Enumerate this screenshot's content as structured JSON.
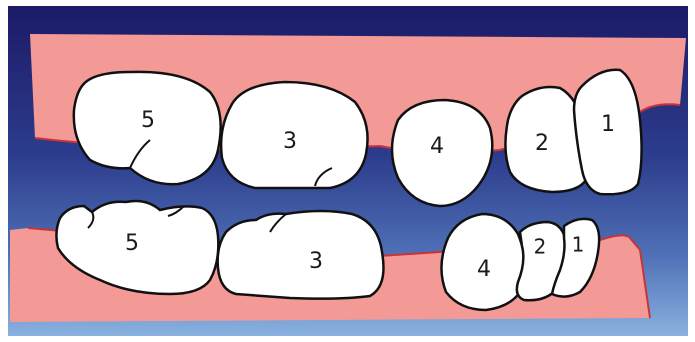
{
  "colors": {
    "background_top": "#1c1a66",
    "background_bottom": "#7aa6d8",
    "gum": "#f39a96",
    "gum_edge": "#c8343a",
    "tooth_fill": "#ffffff",
    "tooth_stroke": "#111111",
    "frame": "#ffffff"
  },
  "upper_teeth": [
    {
      "id": "upper-5",
      "label": "5"
    },
    {
      "id": "upper-3",
      "label": "3"
    },
    {
      "id": "upper-4",
      "label": "4"
    },
    {
      "id": "upper-2",
      "label": "2"
    },
    {
      "id": "upper-1",
      "label": "1"
    }
  ],
  "lower_teeth": [
    {
      "id": "lower-5",
      "label": "5"
    },
    {
      "id": "lower-3",
      "label": "3"
    },
    {
      "id": "lower-4",
      "label": "4"
    },
    {
      "id": "lower-2",
      "label": "2"
    },
    {
      "id": "lower-1",
      "label": "1"
    }
  ]
}
